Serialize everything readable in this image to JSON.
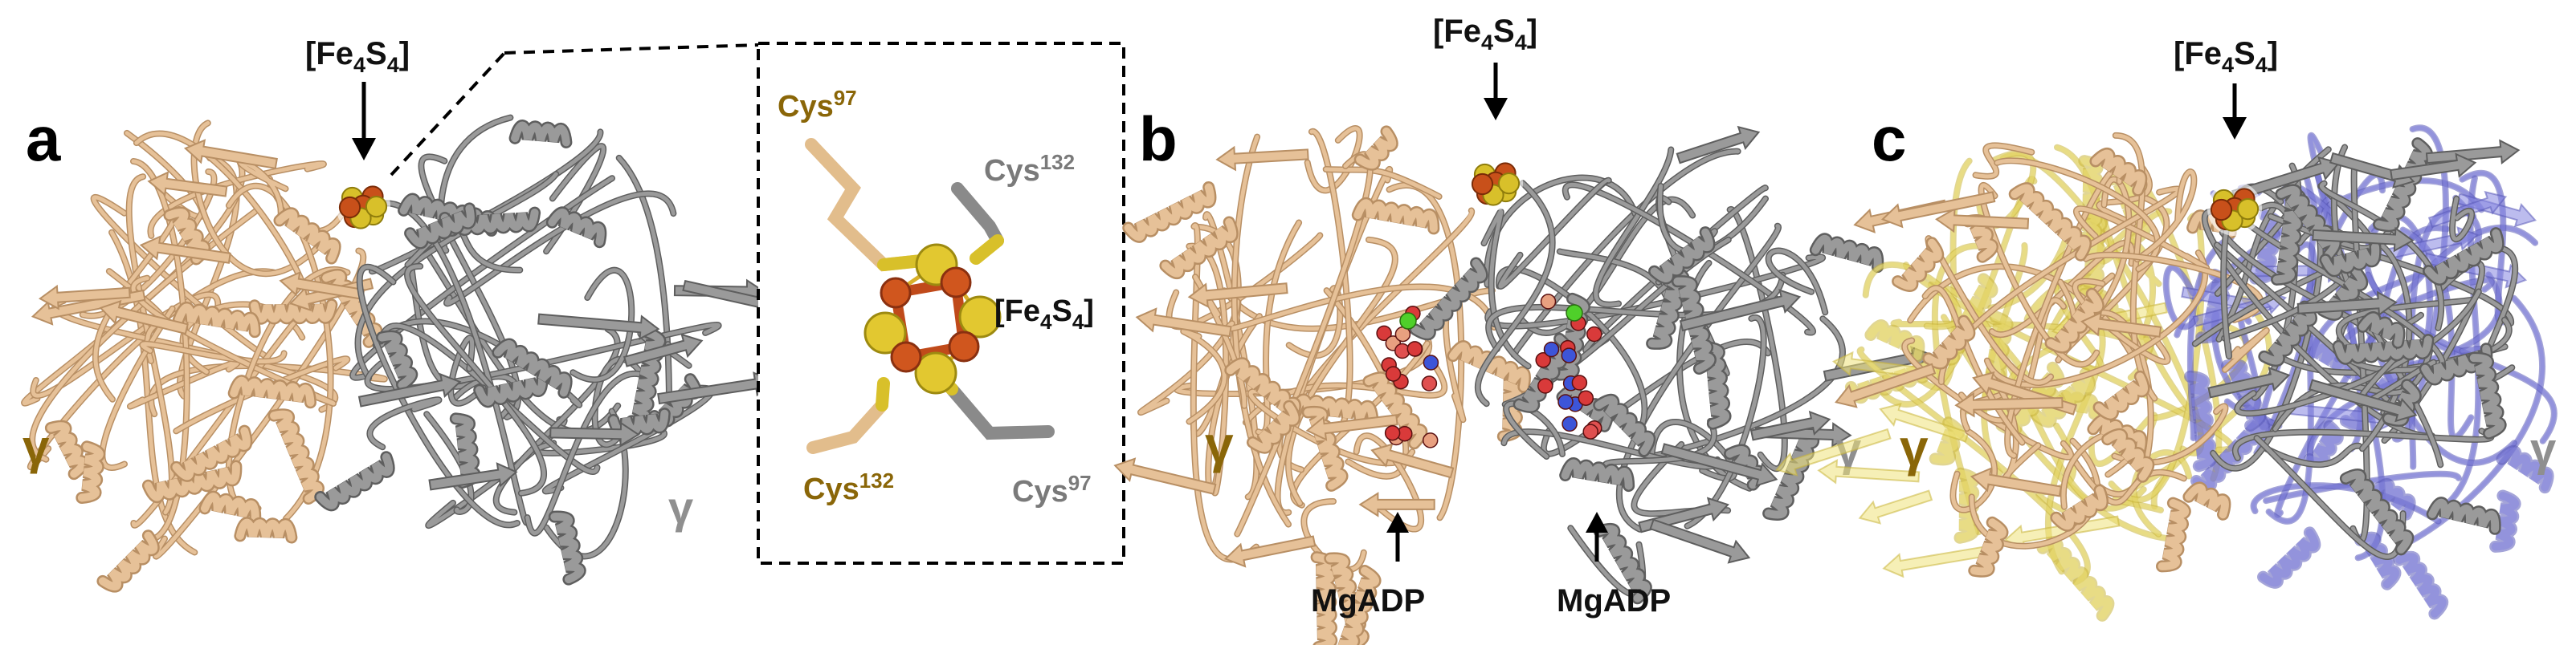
{
  "colors": {
    "wheat": "#e6c198",
    "wheat_dark": "#b88f64",
    "gray": "#9a9a9a",
    "gray_dark": "#5e5e5e",
    "gold_text": "#8a6608",
    "gray_text": "#8f8f8f",
    "yellow_overlay": "#efe27a",
    "blue_overlay": "#8585e0",
    "sulfur": "#d8c02a",
    "iron": "#c8501a"
  },
  "panels": {
    "a": {
      "letter": "a",
      "cluster_label": {
        "pre": "[Fe",
        "sub1": "4",
        "mid": "S",
        "sub2": "4",
        "post": "]"
      },
      "chain_left": "γ",
      "chain_right": "γ"
    },
    "inset": {
      "cys_top_left": {
        "name": "Cys",
        "sup": "97"
      },
      "cys_top_right": {
        "name": "Cys",
        "sup": "132"
      },
      "cys_bottom_left": {
        "name": "Cys",
        "sup": "132"
      },
      "cys_bottom_right": {
        "name": "Cys",
        "sup": "97"
      },
      "cluster_label": {
        "pre": "[Fe",
        "sub1": "4",
        "mid": "S",
        "sub2": "4",
        "post": "]"
      }
    },
    "b": {
      "letter": "b",
      "cluster_label": {
        "pre": "[Fe",
        "sub1": "4",
        "mid": "S",
        "sub2": "4",
        "post": "]"
      },
      "chain_left": "γ",
      "chain_right": "γ",
      "ligand_left": "MgADP",
      "ligand_right": "MgADP"
    },
    "c": {
      "letter": "c",
      "cluster_label": {
        "pre": "[Fe",
        "sub1": "4",
        "mid": "S",
        "sub2": "4",
        "post": "]"
      },
      "chain_left": "γ",
      "chain_right": "γ"
    }
  }
}
